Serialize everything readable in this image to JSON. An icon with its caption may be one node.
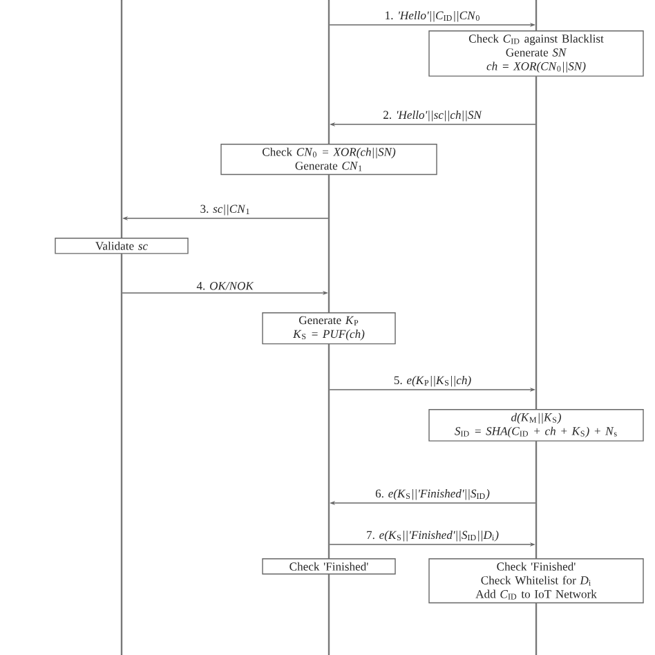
{
  "diagram": {
    "nodes": [
      {
        "text": [
          "Check *C*$_{ID}$ against Blacklist",
          "Generate *SN*",
          "*ch = XOR(CN*$_{0}$*||SN)*"
        ]
      },
      {
        "text": [
          "Check *CN*$_{0}$ *= XOR(ch||SN)*",
          "Generate *CN*$_{1}$"
        ]
      },
      {
        "text": [
          "Validate *sc*"
        ]
      },
      {
        "text": [
          "Generate *K*$_{P}$",
          "*K*$_{S}$ *= PUF(ch)*"
        ]
      },
      {
        "text": [
          "*d(K*$_{M}$*||K*$_{S}$*)*",
          "*S*$_{ID}$ *= SHA(C*$_{ID}$ *+ ch + K*$_{S}$*) + N*$_{s}$"
        ]
      },
      {
        "text": [
          "Check 'Finished'"
        ]
      },
      {
        "text": [
          "Check 'Finished'",
          "Check Whitelist for *D*$_{i}$",
          "Add *C*$_{ID}$ to IoT Network"
        ]
      },
      {
        "text": [],
        "shape": "line"
      },
      {
        "text": [],
        "shape": "line"
      },
      {
        "text": [],
        "shape": "line"
      },
      {
        "text": [],
        "shape": "line"
      },
      {
        "text": [],
        "shape": "line"
      },
      {
        "text": [],
        "shape": "line"
      },
      {
        "text": [],
        "shape": "line"
      },
      {
        "text": [],
        "shape": "line"
      },
      {
        "text": [],
        "shape": "line"
      },
      {
        "text": [],
        "shape": "line"
      }
    ],
    "edges": [
      {
        "from": 9,
        "to": 13,
        "arrow": "to",
        "label": "1. *'Hello'||C*$_{ID}$*||CN*$_{0}$"
      },
      {
        "from": 14,
        "to": 9,
        "arrow": "to",
        "label": "2. *'Hello'||sc||ch||SN*"
      },
      {
        "from": 10,
        "to": 7,
        "arrow": "to",
        "label": "3. *sc||CN*$_{1}$"
      },
      {
        "from": 8,
        "to": 10,
        "arrow": "to",
        "label": "4. *OK/NOK*"
      },
      {
        "from": 11,
        "to": 14,
        "arrow": "to",
        "label": "5. *e(K*$_{P}$*||K*$_{S}$*||ch)*"
      },
      {
        "from": 15,
        "to": 11,
        "arrow": "to",
        "label": "6. *e(K*$_{S}$*||'Finished'||S*$_{ID}$*)*"
      },
      {
        "from": 11,
        "to": 15,
        "arrow": "to",
        "label": "7. *e(K*$_{S}$*||'Finished'||S*$_{ID}$*||D*$_{i}$*)*"
      }
    ]
  }
}
